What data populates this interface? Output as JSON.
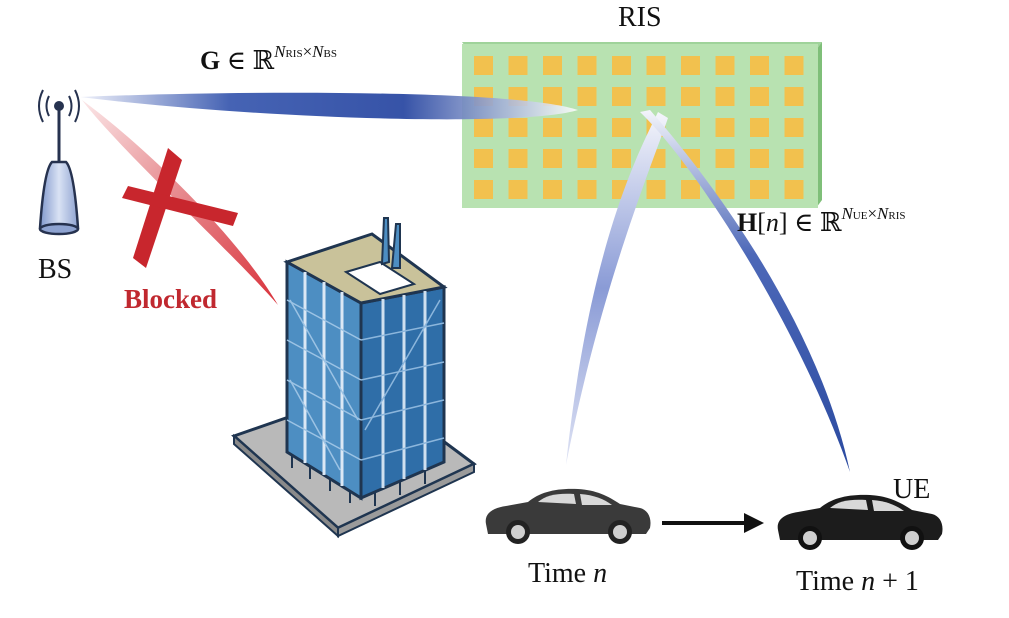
{
  "labels": {
    "ris": "RIS",
    "bs": "BS",
    "blocked": "Blocked",
    "ue": "UE",
    "time_n_word": "Time",
    "time_n_var": "n",
    "time_n1_word": "Time",
    "time_n1_var": "n",
    "time_n1_plus": "+ 1"
  },
  "equations": {
    "g_symbol": "G",
    "g_in": "∈ ℝ",
    "g_sup_a": "N",
    "g_sup_a_sub": "RIS",
    "g_sup_times": "×",
    "g_sup_b": "N",
    "g_sup_b_sub": "BS",
    "h_symbol": "H",
    "h_index_open": "[",
    "h_index": "n",
    "h_index_close": "]",
    "h_in": "∈ ℝ",
    "h_sup_a": "N",
    "h_sup_a_sub": "UE",
    "h_sup_times": "×",
    "h_sup_b": "N",
    "h_sup_b_sub": "RIS"
  },
  "colors": {
    "beam_blue": "#3a55a8",
    "blocked_red": "#c0282f",
    "ris_panel": "#b7e0b0",
    "ris_element": "#f2c14e",
    "building_glass": "#3f7fb5",
    "car_body": "#2b2b2b"
  },
  "icons": [
    "antenna-icon",
    "building-icon",
    "car-icon",
    "arrow-icon",
    "cross-icon",
    "ris-panel-icon"
  ]
}
